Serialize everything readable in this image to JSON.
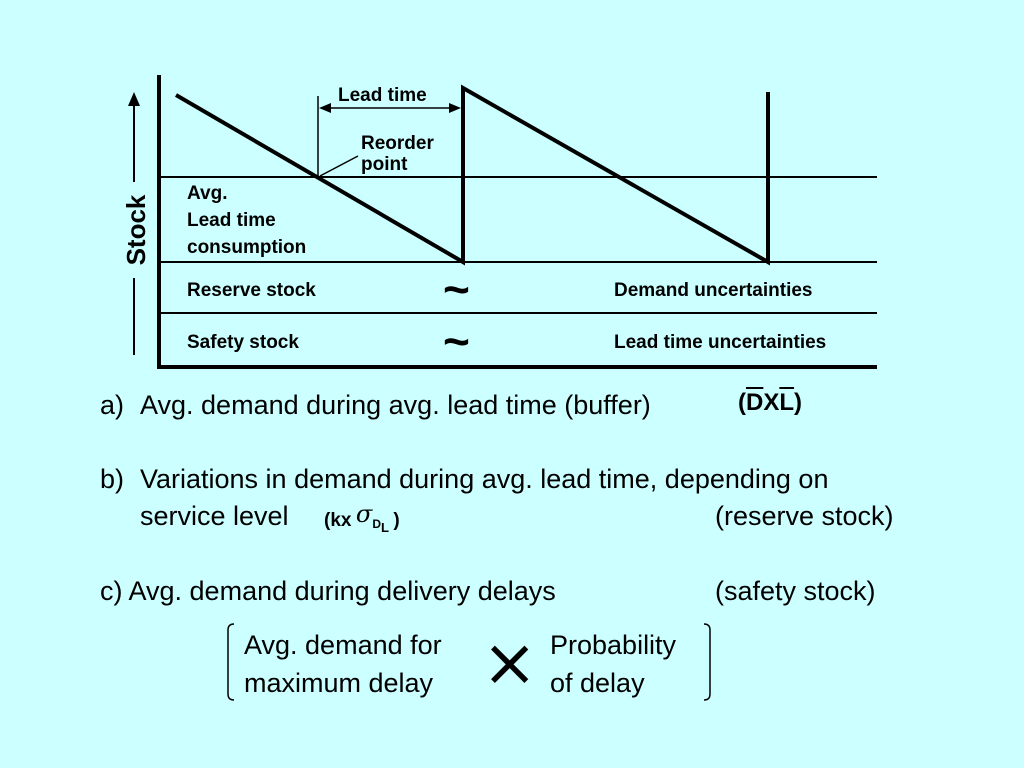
{
  "diagram": {
    "axis_label": "Stock",
    "lead_time_label": "Lead time",
    "reorder_label": [
      "Reorder",
      "point"
    ],
    "avg_consumption_label": [
      "Avg.",
      "Lead time",
      "consumption"
    ],
    "reserve_stock_label": "Reserve stock",
    "safety_stock_label": "Safety stock",
    "tilde": "~",
    "demand_uncertainties_label": "Demand uncertainties",
    "leadtime_uncertainties_label": "Lead time uncertainties"
  },
  "notes": {
    "a_marker": "a)",
    "a_text": "Avg. demand during avg. lead time (buffer)",
    "a_formula": {
      "open": "(",
      "d": "D",
      "x": "X",
      "l": "L",
      "close": ")"
    },
    "b_marker": "b)",
    "b_line1": "Variations in demand during avg. lead time, depending on",
    "b_line2": "service level",
    "b_formula": {
      "kx": "(kx",
      "sigma": "σ",
      "sub_d": "D",
      "sub_l": "L",
      "close": ")"
    },
    "b_tag": "(reserve stock)",
    "c_text": "c) Avg. demand during delivery delays",
    "c_tag": "(safety stock)",
    "left_factor": [
      "Avg. demand for",
      "maximum delay"
    ],
    "times_symbol": "×",
    "right_factor": [
      "Probability",
      "of delay"
    ]
  }
}
